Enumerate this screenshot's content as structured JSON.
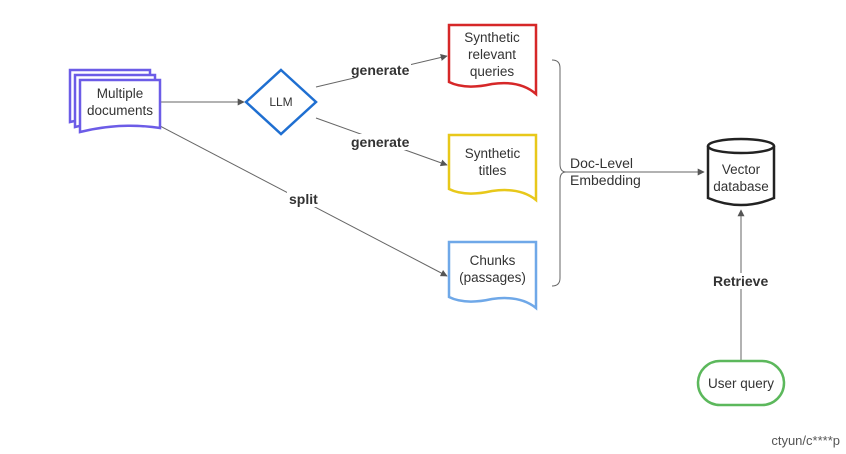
{
  "nodes": {
    "documents": {
      "label": "Multiple documents",
      "color": "#6c5ce7"
    },
    "llm": {
      "label": "LLM",
      "color": "#1f6fd1"
    },
    "queries": {
      "label": "Synthetic relevant queries",
      "color": "#d62728"
    },
    "titles": {
      "label": "Synthetic titles",
      "color": "#e8c81a"
    },
    "chunks": {
      "label": "Chunks (passages)",
      "color": "#6fa8e8"
    },
    "vector_db": {
      "label": "Vector database",
      "color": "#222222"
    },
    "user_query": {
      "label": "User query",
      "color": "#5cb85c"
    }
  },
  "edges": {
    "generate_queries": "generate",
    "generate_titles": "generate",
    "split": "split",
    "retrieve": "Retrieve"
  },
  "brace_label": {
    "line1": "Doc-Level",
    "line2": "Embedding"
  },
  "watermark": "ctyun/c****p"
}
